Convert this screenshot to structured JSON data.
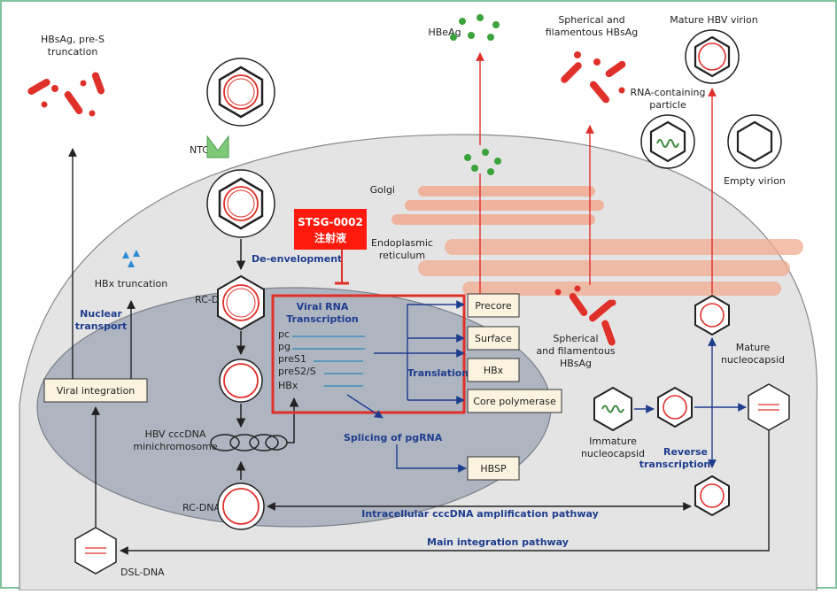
{
  "labels": {
    "hbsag_pres": "HBsAg, pre-S",
    "truncation": "truncation",
    "ntcp": "NTCP",
    "hbeag": "HBeAg",
    "spherical_top_1": "Spherical and",
    "spherical_top_2": "filamentous HBsAg",
    "mature_virion": "Mature HBV virion",
    "rna_particle_1": "RNA-containing",
    "rna_particle_2": "particle",
    "empty_virion": "Empty virion",
    "golgi": "Golgi",
    "er_1": "Endoplasmic",
    "er_2": "reticulum",
    "hbx_truncation": "HBx truncation",
    "de_envelopment": "De-envelopment",
    "rc_dna_top": "RC-DNA",
    "rc_dna_bottom": "RC-DNA",
    "nuclear_transport_1": "Nuclear",
    "nuclear_transport_2": "transport",
    "cccdna_1": "HBV cccDNA",
    "cccdna_2": "minichromosome",
    "spherical_mid_1": "Spherical",
    "spherical_mid_2": "and filamentous",
    "spherical_mid_3": "HBsAg",
    "mature_nucleocapsid_1": "Mature",
    "mature_nucleocapsid_2": "nucleocapsid",
    "immature_1": "Immature",
    "immature_2": "nucleocapsid",
    "reverse_1": "Reverse",
    "reverse_2": "transcription",
    "translation": "Translation",
    "splicing": "Splicing of pgRNA",
    "intracellular": "Intracellular cccDNA amplification pathway",
    "main_integration": "Main integration pathway",
    "dsl_dna": "DSL-DNA"
  },
  "drug": {
    "line1": "STSG-0002",
    "line2": "注射液"
  },
  "transcription": {
    "title1": "Viral RNA",
    "title2": "Transcription",
    "items": [
      "pc",
      "pg",
      "preS1",
      "preS2/S",
      "HBx"
    ]
  },
  "boxes": {
    "viral_integration": "Viral integration",
    "precore": "Precore",
    "surface": "Surface",
    "hbx": "HBx",
    "core_polymerase": "Core polymerase",
    "hbsp": "HBSP"
  },
  "colors": {
    "red": "#e0302a",
    "blue": "#1f3d8f",
    "green": "#3aa33a",
    "cyto": "#e3e3e3",
    "nucleus": "#a9b1bd",
    "box_fill": "#fbf3df",
    "golgi": "#f2ab91"
  }
}
